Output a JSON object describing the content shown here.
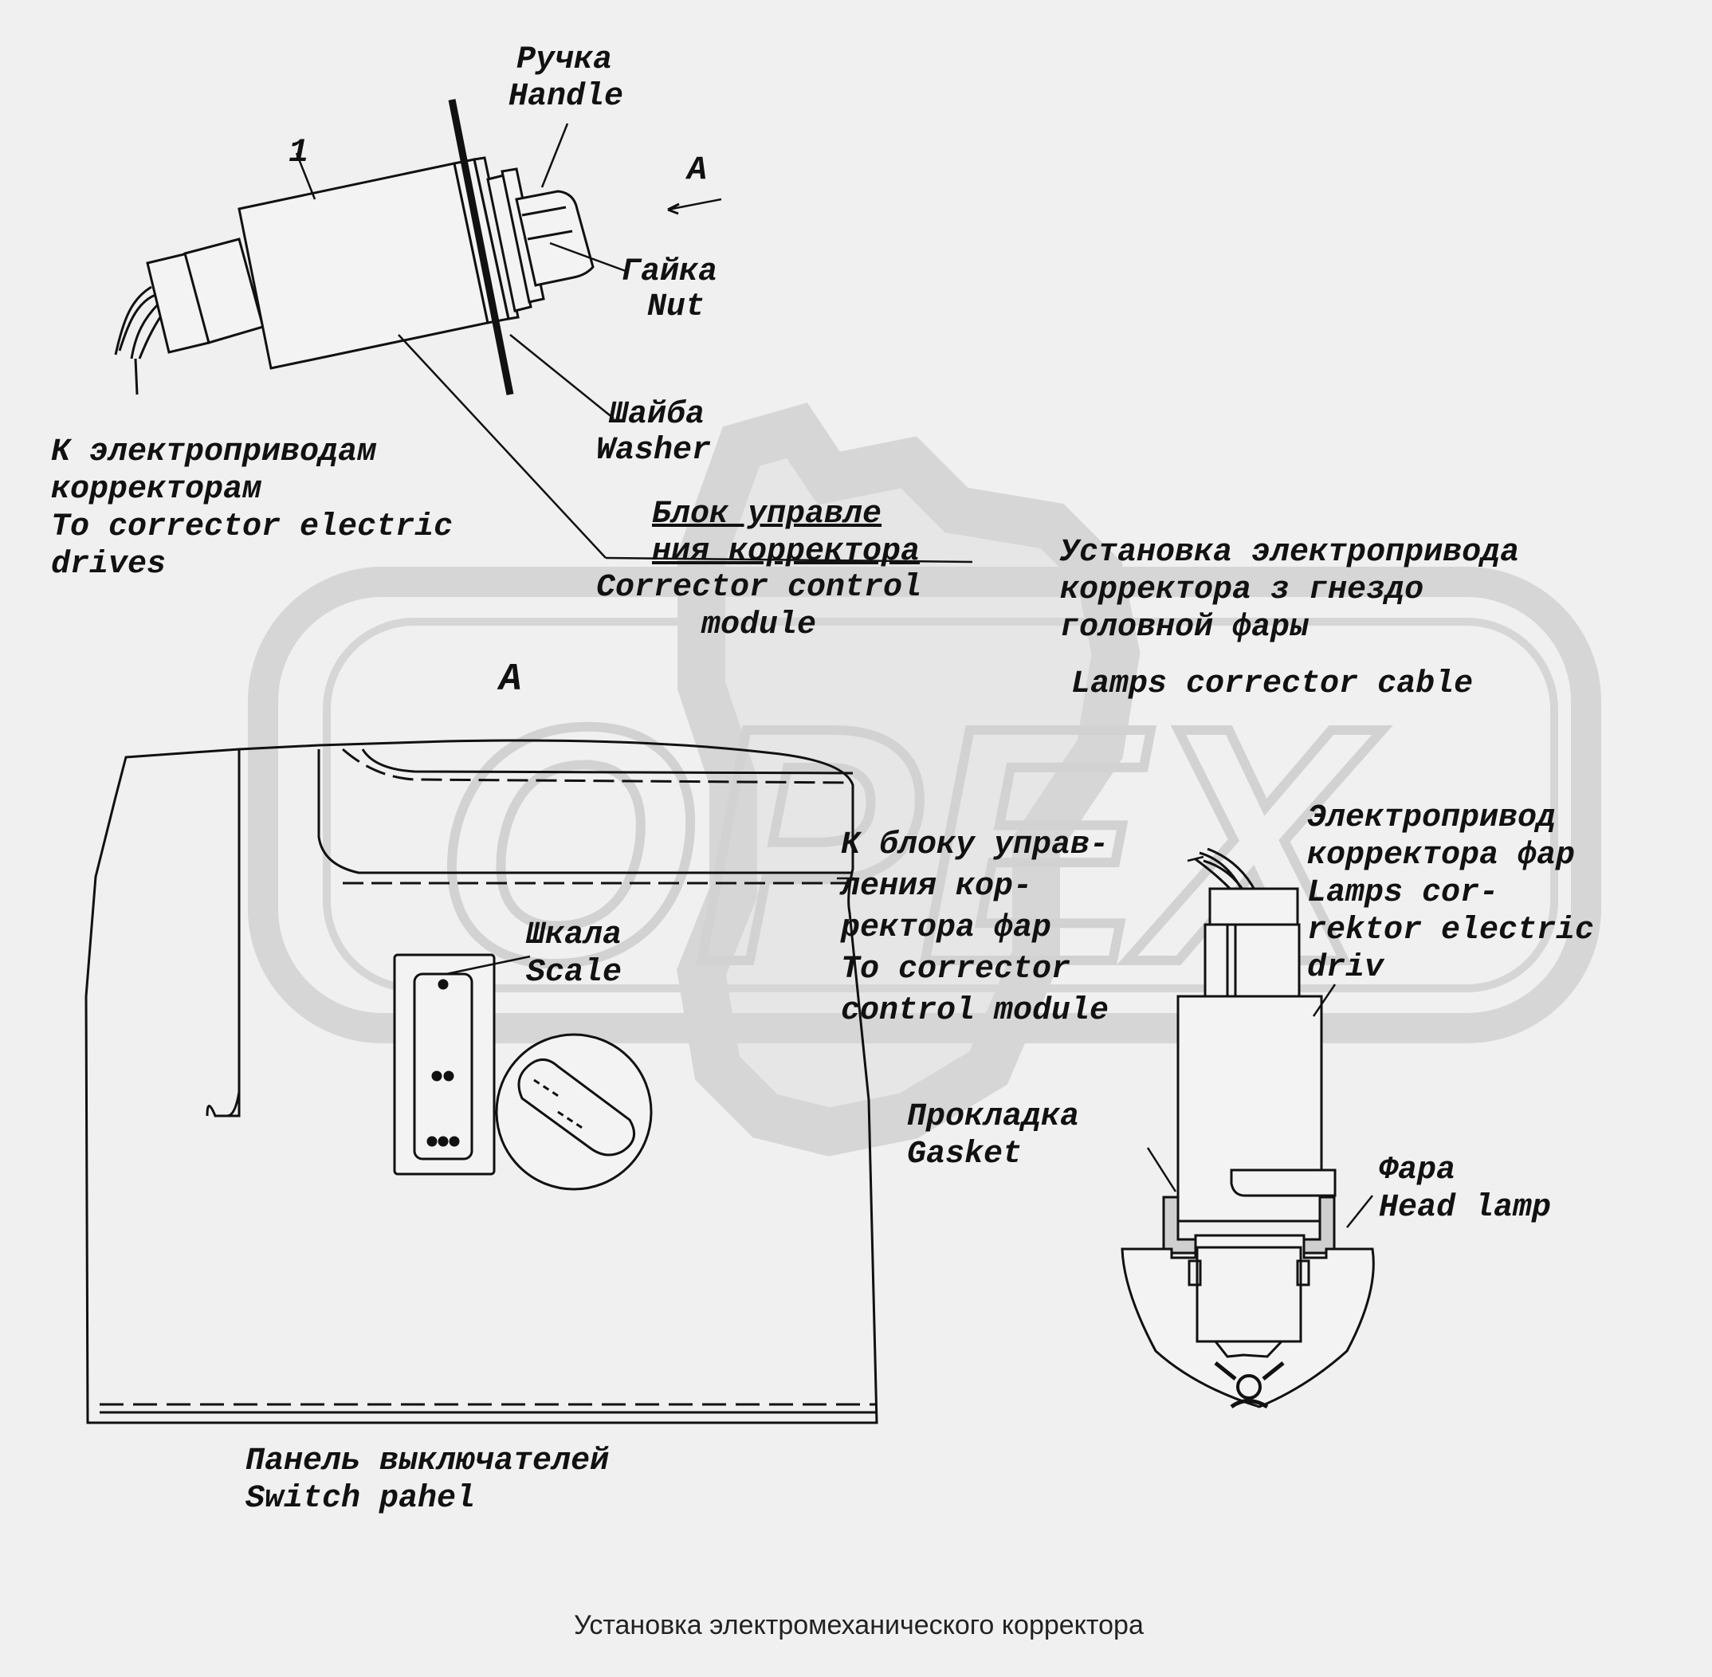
{
  "labels": {
    "handle_ru": "Ручка",
    "handle_en": "Handle",
    "part_number": "1",
    "view_letter_top": "A",
    "nut_ru": "Гайка",
    "nut_en": "Nut",
    "washer_ru": "Шайба",
    "washer_en": "Washer",
    "drives": "К электроприводам\nкорректорам\nTo corrector electric\ndrives",
    "control_block_ru": "Блок управле\nния корректора",
    "control_block_en": "Corrector control\nmodule",
    "install_ru": "Установка электропривода\nкорректора з гнездо\nголовной фары",
    "cable_en": "Lamps corrector cable",
    "view_letter_mid": "A",
    "to_control": "К блоку управ-\nления кор-\nректора фар\nTo corrector\ncontrol module",
    "actuator": "Электропривод\nкорректора фар\nLamps cor-\nrektor electric\ndriv",
    "scale": "Шкала\nScale",
    "gasket": "Прокладка\nGasket",
    "headlamp": "Фара\nHead lamp",
    "switch_panel": "Панель выключателей\nSwitch pahel"
  },
  "caption": "Установка электромеханического корректора",
  "watermark": "OPEX"
}
